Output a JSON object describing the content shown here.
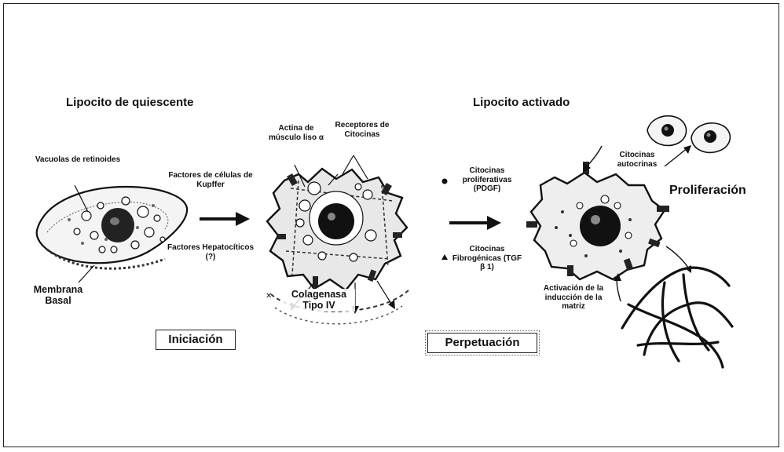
{
  "headings": {
    "quiescent": "Lipocito de quiescente",
    "activated": "Lipocito activado"
  },
  "left_cell": {
    "vacuoles": "Vacuolas de retinoides",
    "membrane": "Membrana Basal"
  },
  "factors": {
    "kupffer": "Factores de células de Kupffer",
    "hepatocytic": "Factores Hepatocíticos (?)"
  },
  "middle_cell": {
    "actin": "Actina de músculo liso α",
    "receptors": "Receptores de Citocinas",
    "collagenase": "Colagenasa Tipo IV"
  },
  "cytokines": {
    "proliferative": "Citocinas proliferativas (PDGF)",
    "fibrogenic": "Citocinas Fibrogénicas (TGF β 1)"
  },
  "right_cell": {
    "autocrine": "Citocinas autocrinas",
    "proliferation": "Proliferación",
    "matrix": "Activación de la inducción de la matriz"
  },
  "stages": {
    "initiation": "Iniciación",
    "perpetuation": "Perpetuación"
  }
}
